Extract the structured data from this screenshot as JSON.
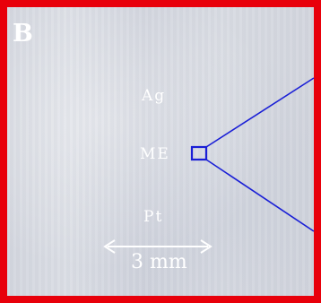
{
  "figure": {
    "panel_letter": "B",
    "labels": {
      "top": "Ag",
      "middle": "ME",
      "bottom": "Pt"
    },
    "scale_bar": {
      "text": "3 mm"
    },
    "colors": {
      "border": "#e8000b",
      "marker": "#1a1fd6",
      "text": "#ffffff"
    }
  }
}
